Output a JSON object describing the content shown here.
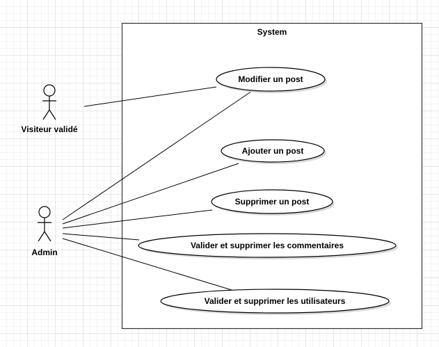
{
  "system": {
    "title": "System"
  },
  "actors": [
    {
      "id": "visiteur",
      "label": "Visiteur validé"
    },
    {
      "id": "admin",
      "label": "Admin"
    }
  ],
  "use_cases": [
    {
      "id": "modifier",
      "label": "Modifier un post"
    },
    {
      "id": "ajouter",
      "label": "Ajouter un post"
    },
    {
      "id": "supprimer",
      "label": "Supprimer un post"
    },
    {
      "id": "commentaires",
      "label": "Valider et supprimer les commentaires"
    },
    {
      "id": "utilisateurs",
      "label": "Valider et supprimer les utilisateurs"
    }
  ],
  "associations": [
    {
      "from": "visiteur",
      "to": "modifier"
    },
    {
      "from": "admin",
      "to": "modifier"
    },
    {
      "from": "admin",
      "to": "ajouter"
    },
    {
      "from": "admin",
      "to": "supprimer"
    },
    {
      "from": "admin",
      "to": "commentaires"
    },
    {
      "from": "admin",
      "to": "utilisateurs"
    }
  ]
}
